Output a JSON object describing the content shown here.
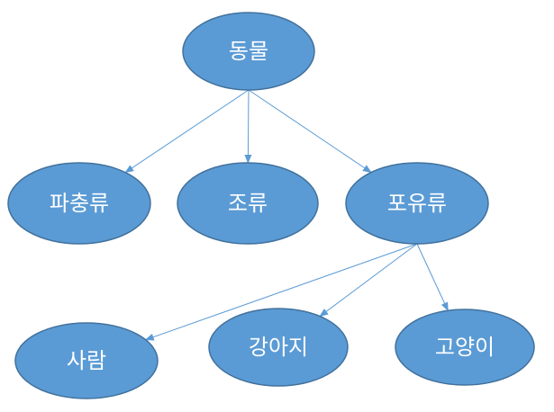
{
  "colors": {
    "node_fill": "#5B9BD5",
    "node_stroke": "#41719C",
    "edge": "#5B9BD5",
    "text": "#FFFFFF"
  },
  "nodes": [
    {
      "id": "animal",
      "label": "동물"
    },
    {
      "id": "reptile",
      "label": "파충류"
    },
    {
      "id": "bird",
      "label": "조류"
    },
    {
      "id": "mammal",
      "label": "포유류"
    },
    {
      "id": "human",
      "label": "사람"
    },
    {
      "id": "dog",
      "label": "강아지"
    },
    {
      "id": "cat",
      "label": "고양이"
    }
  ],
  "edges": [
    {
      "from": "animal",
      "to": "reptile"
    },
    {
      "from": "animal",
      "to": "bird"
    },
    {
      "from": "animal",
      "to": "mammal"
    },
    {
      "from": "mammal",
      "to": "human"
    },
    {
      "from": "mammal",
      "to": "dog"
    },
    {
      "from": "mammal",
      "to": "cat"
    }
  ]
}
